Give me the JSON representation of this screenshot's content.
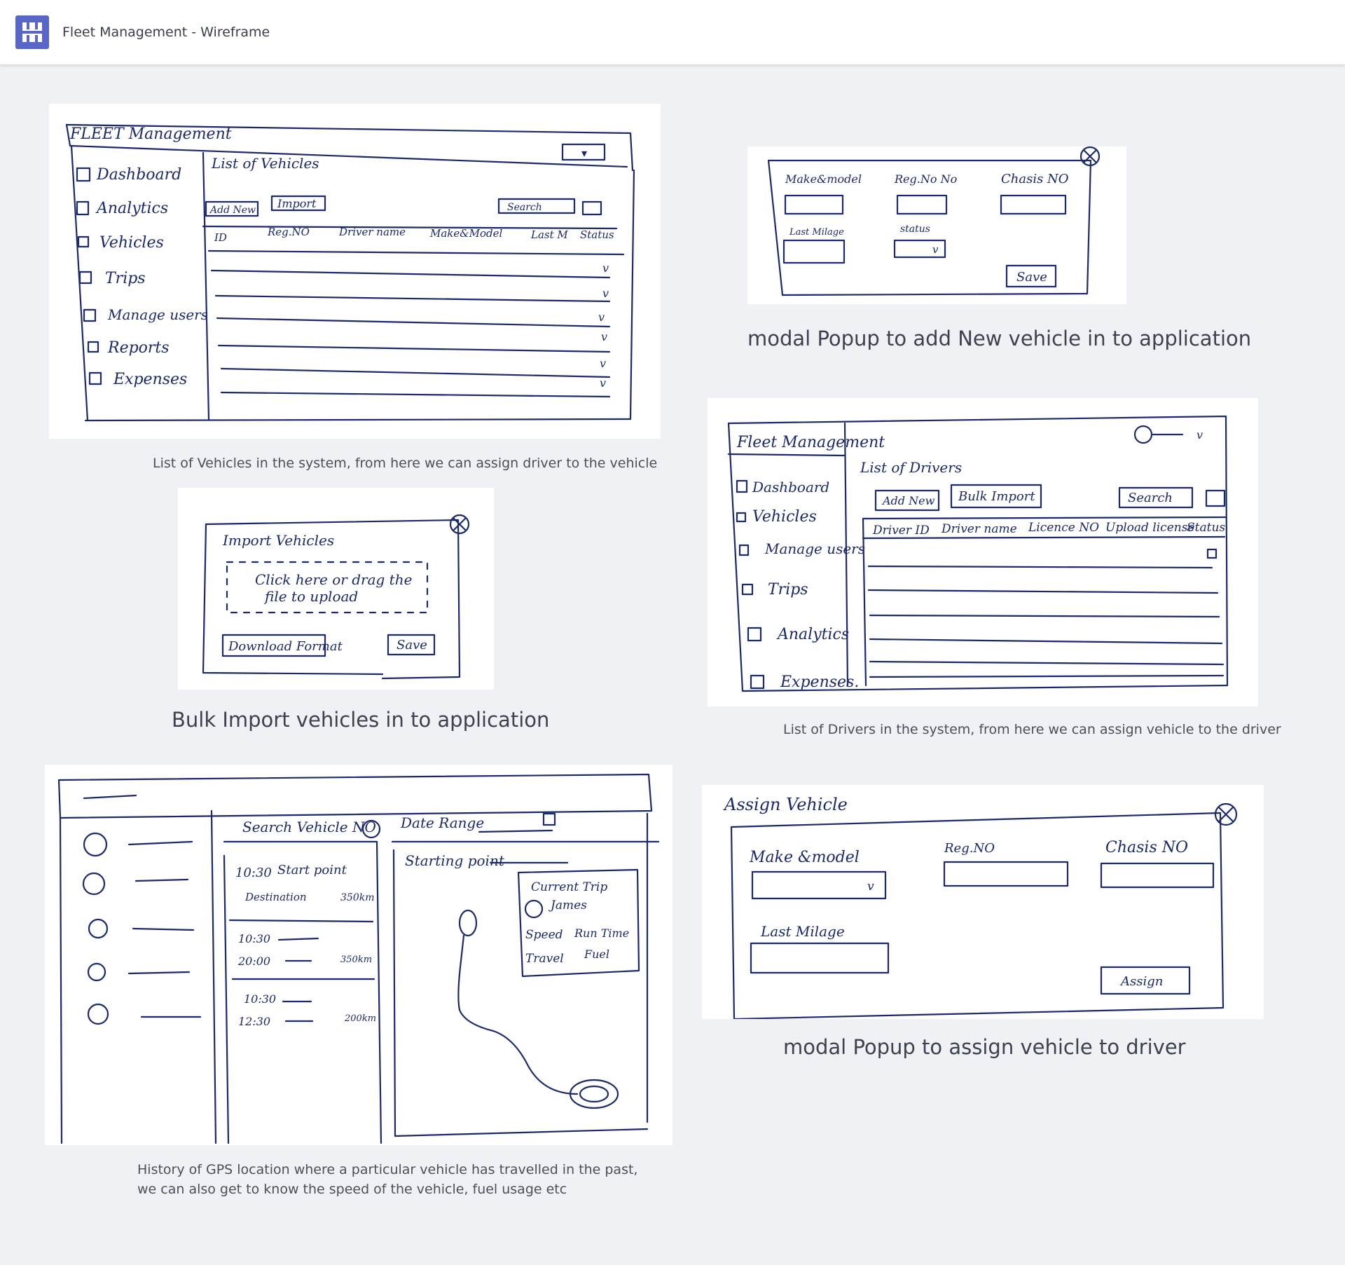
{
  "app": {
    "title": "Fleet Management - Wireframe",
    "logo_icon": "wireframe-logo-icon",
    "accent": "#5866c7"
  },
  "captions": {
    "vehicles_list": "List of Vehicles in the system, from here we can assign driver  to the vehicle",
    "add_vehicle_modal": "modal Popup to add New vehicle in to application",
    "bulk_import": "Bulk Import vehicles in to application",
    "drivers_list": "List of Drivers in the system, from here we can assign vehicle to the driver",
    "gps_history_line1": "History of GPS location where a particular vehicle has travelled in the past,",
    "gps_history_line2": "we can also get to know the speed of the vehicle, fuel usage etc",
    "assign_vehicle_modal": "modal Popup to assign vehicle to driver"
  },
  "sketch_vehicles": {
    "app_name": "FLEET Management",
    "nav": [
      "Dashboard",
      "Analytics",
      "Vehicles",
      "Trips",
      "Manage users",
      "Reports",
      "Expenses"
    ],
    "heading": "List of Vehicles",
    "buttons": [
      "Add New",
      "Import"
    ],
    "search": "Search",
    "columns": [
      "ID",
      "Reg.NO",
      "Driver name",
      "Make&Model",
      "Last M",
      "Status"
    ]
  },
  "sketch_add_vehicle": {
    "fields": [
      "Make&model",
      "Reg.No No",
      "Chasis NO",
      "Last Milage",
      "status"
    ],
    "save": "Save"
  },
  "sketch_import": {
    "title": "Import Vehicles",
    "dropzone_line1": "Click here or drag the",
    "dropzone_line2": "file to upload",
    "download": "Download Format",
    "save": "Save"
  },
  "sketch_drivers": {
    "app_name": "Fleet Management",
    "nav": [
      "Dashboard",
      "Vehicles",
      "Manage users",
      "Trips",
      "Analytics",
      "Expenses."
    ],
    "heading": "List of Drivers",
    "buttons": [
      "Add New",
      "Bulk Import"
    ],
    "search": "Search",
    "columns": [
      "Driver ID",
      "Driver name",
      "Licence NO",
      "Upload license",
      "Status"
    ]
  },
  "sketch_gps": {
    "search_label": "Search Vehicle NO",
    "date_label": "Date Range",
    "map_label": "Starting point",
    "trips": [
      {
        "start": "10:30",
        "start_label": "Start point",
        "end_label": "Destination",
        "distance": "350km"
      },
      {
        "start": "10:30",
        "end": "20:00",
        "distance": "350km"
      },
      {
        "start": "10:30",
        "end": "12:30",
        "distance": "200km"
      }
    ],
    "info": {
      "title": "Current Trip",
      "driver": "James",
      "speed": "Speed",
      "run_time": "Run Time",
      "travel": "Travel",
      "fuel": "Fuel"
    }
  },
  "sketch_assign": {
    "title": "Assign Vehicle",
    "fields": [
      "Make &model",
      "Reg.NO",
      "Chasis NO",
      "Last Milage"
    ],
    "assign": "Assign"
  }
}
